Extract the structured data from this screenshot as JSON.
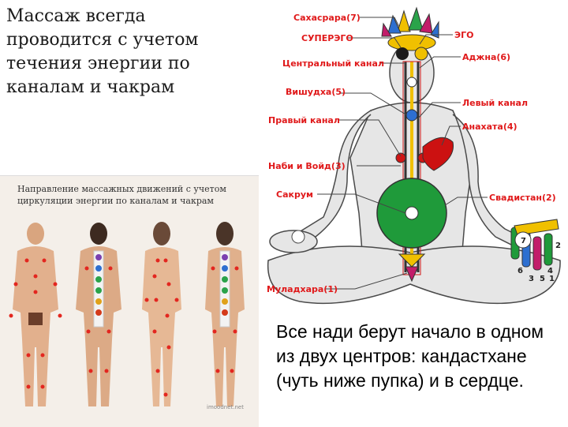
{
  "slide": {
    "title": "Массаж всегда проводится с учетом течения энергии по каналам и чакрам",
    "bottom_text": "Все нади берут начало в одном из двух центров: кандастхане (чуть ниже пупка) и в сердце.",
    "photo_caption": "Направление массажных движений с учетом циркуляции энергии по каналам и чакрам",
    "watermark": "imoodnet.net"
  },
  "diagram": {
    "labels": {
      "sahasrara": "Сахасрара(7)",
      "superego": "СУПЕРЭГО",
      "central": "Центральный канал",
      "vishuddha": "Вишудха(5)",
      "right": "Правый канал",
      "nabhi": "Наби и Войд(3)",
      "sacrum": "Сакрум",
      "muladhara": "Муладхара(1)",
      "ego": "ЭГО",
      "ajna": "Аджна(6)",
      "left": "Левый канал",
      "anahata": "Анахата(4)",
      "svadhisthana": "Свадистан(2)"
    },
    "finger_numbers": [
      "7",
      "2",
      "4",
      "6",
      "5",
      "3",
      "1"
    ],
    "colors": {
      "label": "#e0191a",
      "body_fill": "#e6e6e6",
      "body_stroke": "#4a4a4a",
      "green_chakra": "#1f9a3a",
      "heart": "#cc1111",
      "channel_red": "#d01515"
    }
  }
}
